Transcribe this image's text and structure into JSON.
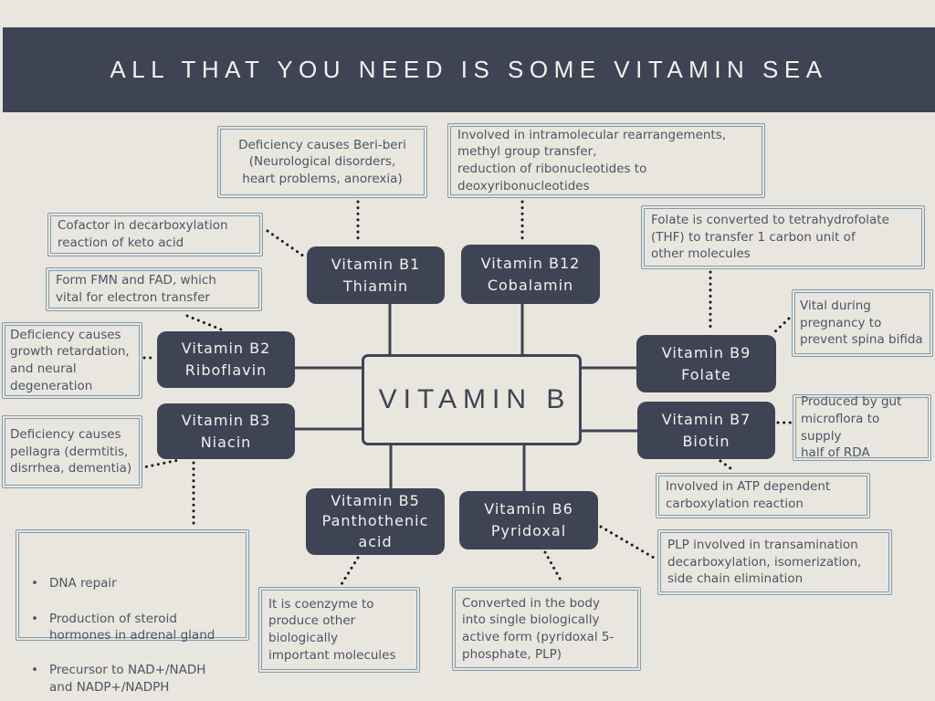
{
  "page": {
    "title": "ALL THAT YOU NEED IS SOME VITAMIN SEA"
  },
  "center": {
    "label": "VITAMIN B"
  },
  "colors": {
    "background": "#e8e6df",
    "banner": "#3e4454",
    "node": "#3e4454",
    "node_text": "#f2f1ec",
    "note_border": "#7f9cb0",
    "note_text": "#4d5465",
    "connector": "#3e4454",
    "dotted": "#1c1c1c"
  },
  "vitamins": {
    "b1": {
      "name": "Vitamin B1",
      "compound": "Thiamin"
    },
    "b12": {
      "name": "Vitamin B12",
      "compound": "Cobalamin"
    },
    "b2": {
      "name": "Vitamin B2",
      "compound": "Riboflavin"
    },
    "b3": {
      "name": "Vitamin B3",
      "compound": "Niacin"
    },
    "b9": {
      "name": "Vitamin B9",
      "compound": "Folate"
    },
    "b7": {
      "name": "Vitamin B7",
      "compound": "Biotin"
    },
    "b5": {
      "name": "Vitamin B5",
      "compound": "Panthothenic acid"
    },
    "b6": {
      "name": "Vitamin B6",
      "compound": "Pyridoxal"
    }
  },
  "notes": {
    "b1_deficiency": "Deficiency causes Beri-beri\n(Neurological disorders,\nheart problems, anorexia)",
    "b1_function": "Cofactor in decarboxylation\n reaction of keto acid",
    "b12_function": "Involved in intramolecular rearrangements,\nmethyl group transfer,\nreduction of ribonucleotides to\ndeoxyribonucleotides",
    "b2_function": "Form FMN and FAD, which\nvital for electron transfer",
    "b2_deficiency": "Deficiency causes\ngrowth retardation,\nand neural\ndegeneration",
    "b3_deficiency": "Deficiency causes\npellagra (dermtitis,\ndisrrhea, dementia)",
    "b3_functions": [
      "DNA repair",
      "Production of steroid\nhormones in adrenal  gland",
      "Precursor to NAD+/NADH\nand NADP+/NADPH"
    ],
    "b9_function": "Folate is converted to tetrahydrofolate\n(THF) to transfer 1 carbon unit of\n other molecules",
    "b9_importance": "Vital during\npregnancy to\nprevent spina bifida",
    "b7_source": "Produced by gut\nmicroflora to supply\nhalf of RDA",
    "b7_function": "Involved in ATP dependent\ncarboxylation reaction",
    "b6_function": "PLP involved in transamination\ndecarboxylation, isomerization,\nside chain elimination",
    "b6_conversion": "Converted in the body\ninto single biologically\nactive form (pyridoxal 5-\nphosphate, PLP)",
    "b5_function": "It is coenzyme to\nproduce other\nbiologically\nimportant molecules"
  }
}
